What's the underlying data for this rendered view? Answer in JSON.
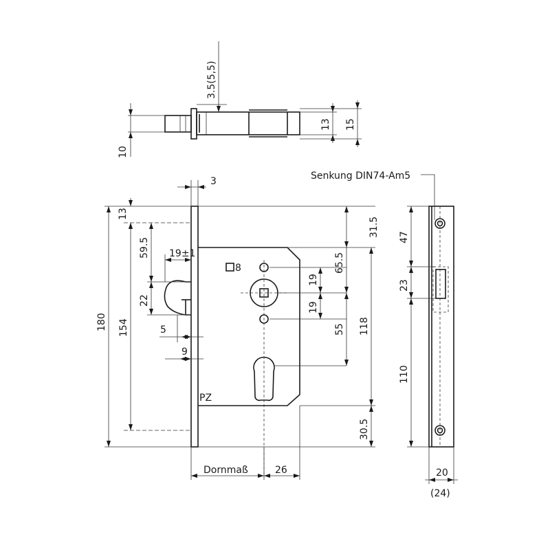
{
  "labels": {
    "senkung": "Senkung DIN74-Am5",
    "pz": "PZ",
    "square_spindle": "8",
    "dornmass": "Dornmaß"
  },
  "dimensions": {
    "d3_5": "3.5(5,5)",
    "d10": "10",
    "d13_top": "13",
    "d15": "15",
    "d3": "3",
    "d13": "13",
    "d180": "180",
    "d154": "154",
    "d59_5": "59.5",
    "d19_pm1": "19±1",
    "d22": "22",
    "d5": "5",
    "d9": "9",
    "d31_5": "31.5",
    "d65_5": "65.5",
    "d19_a": "19",
    "d19_b": "19",
    "d55": "55",
    "d118": "118",
    "d30_5": "30.5",
    "d26": "26",
    "d47": "47",
    "d23": "23",
    "d110": "110",
    "d20": "20",
    "d24": "(24)"
  }
}
